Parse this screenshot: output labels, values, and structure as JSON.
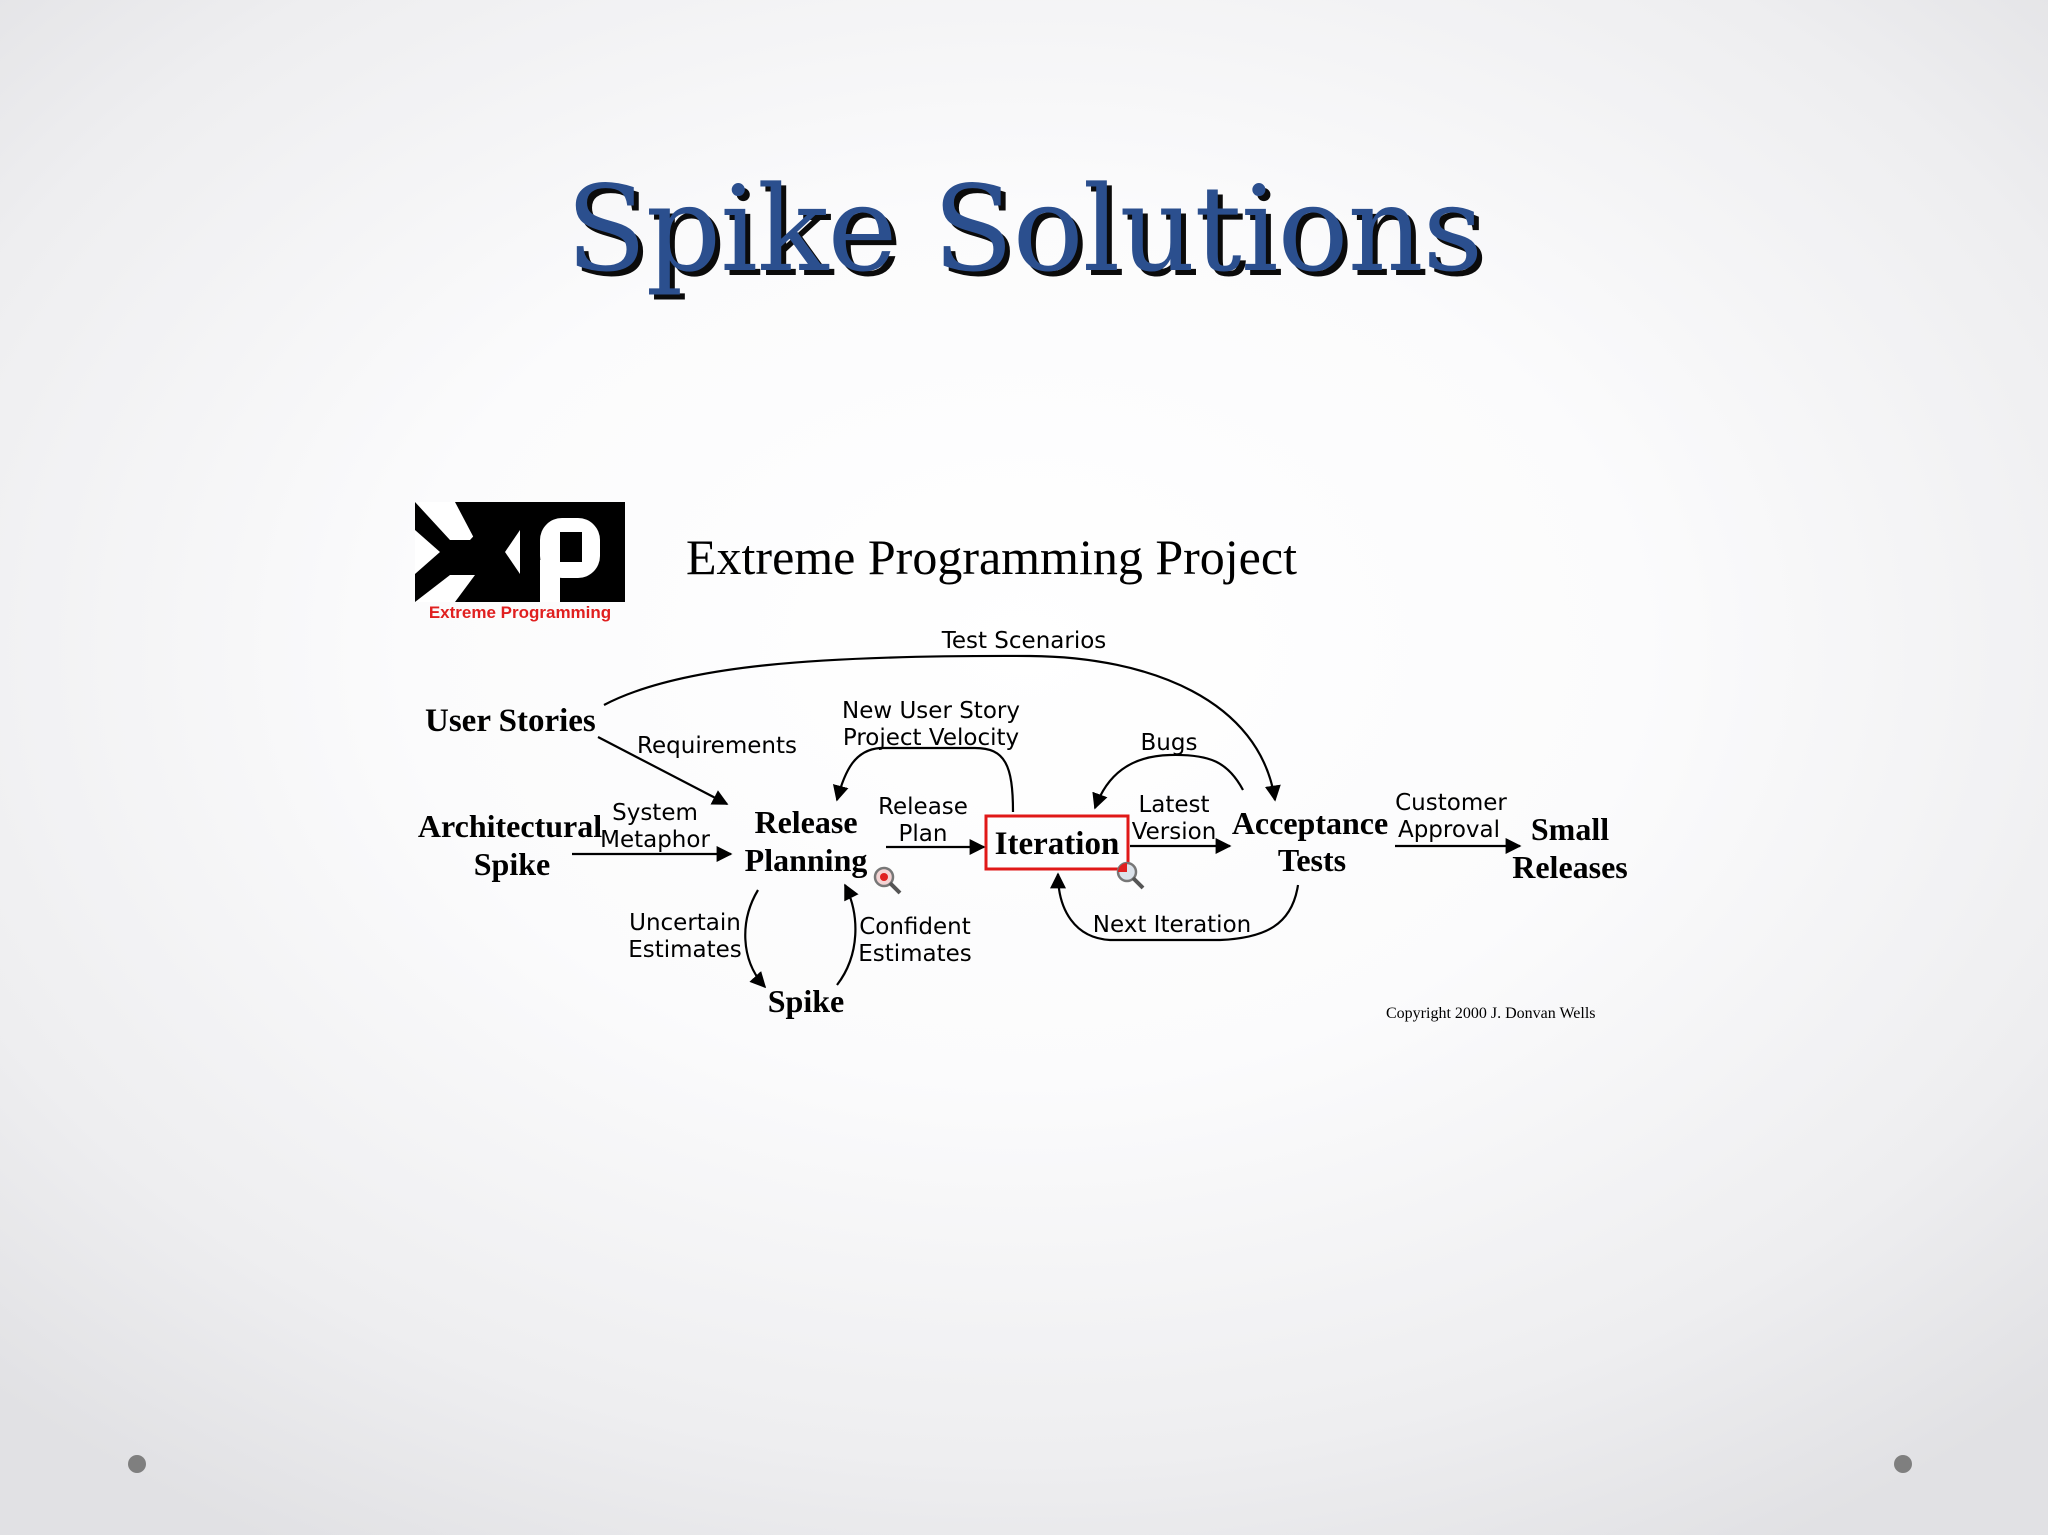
{
  "slide": {
    "title": "Spike Solutions"
  },
  "logo": {
    "letters": "XP",
    "caption": "Extreme Programming",
    "caption_color": "#e02020"
  },
  "diagram": {
    "heading": "Extreme Programming Project",
    "nodes": {
      "user_stories": "User Stories",
      "architectural_spike": [
        "Architectural",
        "Spike"
      ],
      "release_planning": [
        "Release",
        "Planning"
      ],
      "iteration": "Iteration",
      "acceptance_tests": [
        "Acceptance",
        "Tests"
      ],
      "small_releases": [
        "Small",
        "Releases"
      ],
      "spike": "Spike"
    },
    "edge_labels": {
      "test_scenarios": "Test Scenarios",
      "requirements": "Requirements",
      "new_user_story": [
        "New User Story",
        "Project Velocity"
      ],
      "system_metaphor": [
        "System",
        "Metaphor"
      ],
      "release_plan": [
        "Release",
        "Plan"
      ],
      "bugs": "Bugs",
      "latest_version": [
        "Latest",
        "Version"
      ],
      "customer_approval": [
        "Customer",
        "Approval"
      ],
      "next_iteration": "Next Iteration",
      "uncertain_estimates": [
        "Uncertain",
        "Estimates"
      ],
      "confident_estimates": [
        "Confident",
        "Estimates"
      ]
    },
    "highlight_color": "#e01818",
    "copyright": "Copyright 2000 J. Donvan Wells"
  }
}
